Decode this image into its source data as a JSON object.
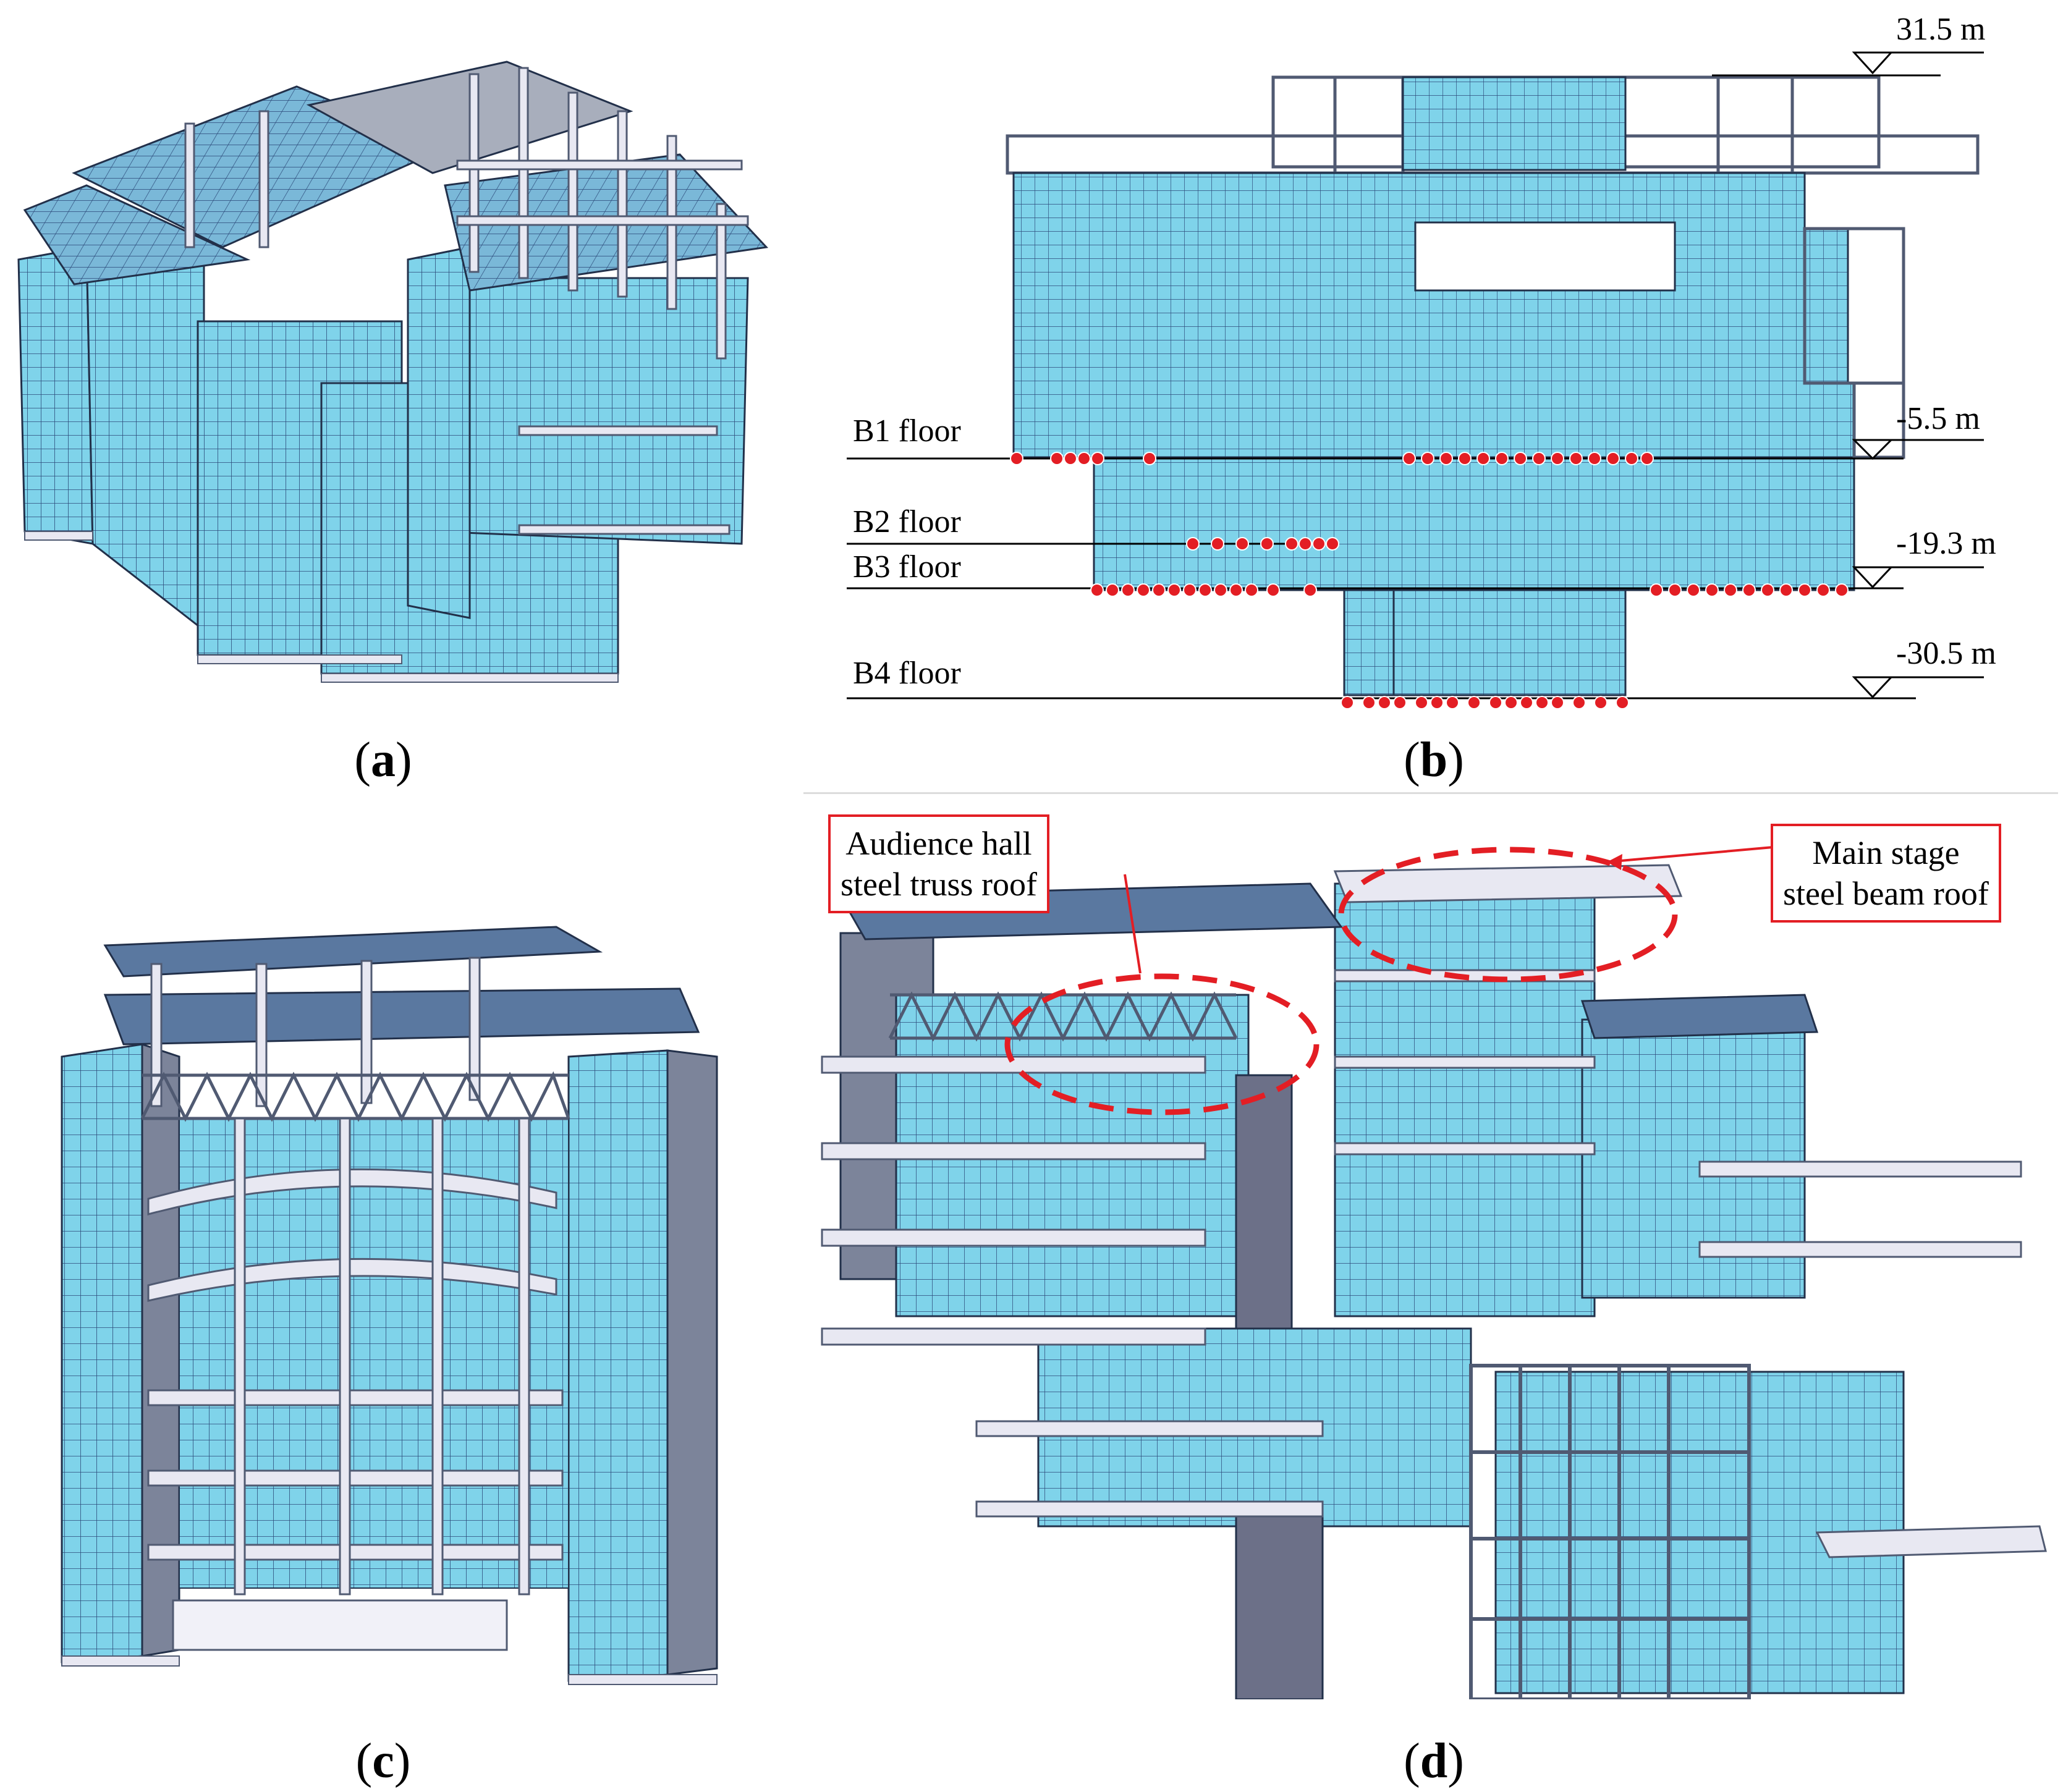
{
  "panels": {
    "a": {
      "caption_open": "(",
      "caption_letter": "a",
      "caption_close": ")"
    },
    "b": {
      "caption_open": "(",
      "caption_letter": "b",
      "caption_close": ")"
    },
    "c": {
      "caption_open": "(",
      "caption_letter": "c",
      "caption_close": ")"
    },
    "d": {
      "caption_open": "(",
      "caption_letter": "d",
      "caption_close": ")"
    }
  },
  "section": {
    "floors": [
      "B1 floor",
      "B2 floor",
      "B3 floor",
      "B4 floor"
    ],
    "elevations": [
      "31.5 m",
      "-5.5 m",
      "-19.3 m",
      "-30.5 m"
    ]
  },
  "callouts": {
    "audience": {
      "line1": "Audience hall",
      "line2": "steel truss roof"
    },
    "stage": {
      "line1": "Main stage",
      "line2": "steel beam roof"
    }
  },
  "colors": {
    "mesh_fill": "#7fd3ea",
    "mesh_line": "#2c4a7a",
    "frame": "#e8e8f2",
    "support": "#e31e24"
  }
}
